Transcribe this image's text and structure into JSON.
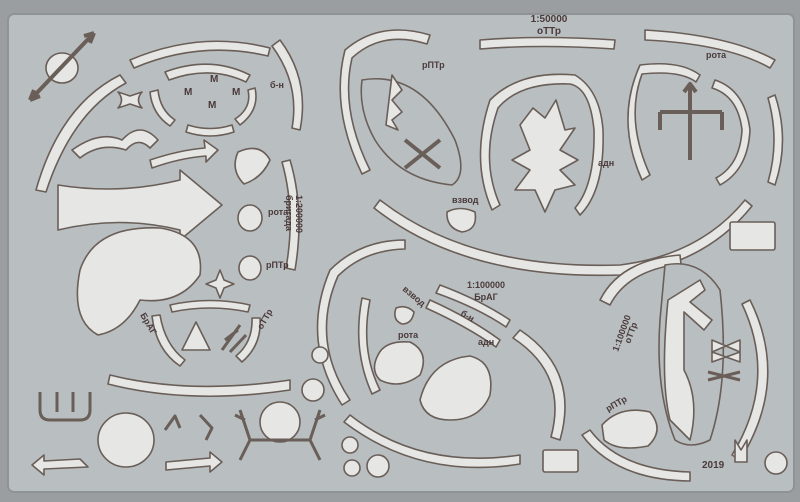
{
  "colors": {
    "plate": "#b9bec0",
    "plate_edge": "#8e9395",
    "cutout": "#e6e7e4",
    "cut_edge": "#6a5e58",
    "text": "#4a3a3a"
  },
  "labels": {
    "scale_50000": "1:50000",
    "ottr": "оТТр",
    "rptr_top": "рПТр",
    "rota_top": "рота",
    "bch": "б-н",
    "adn": "адн",
    "scale_200000": "1:200000",
    "brigade": "бригада",
    "rota_mid": "рота",
    "rptr_mid": "рПТр",
    "vzvod_mid": "взвод",
    "scale_100000": "1:100000",
    "brag": "БрАГ",
    "vzvod_low": "взвод",
    "bch_low": "б-н",
    "adn_low": "адн",
    "rota_low": "рота",
    "brag_left": "БрАГ",
    "ottr_left": "оТТр",
    "scale_100000_right": "1:100000",
    "ottr_right": "оТТр",
    "rptr_right": "рПТр",
    "year": "2019"
  }
}
